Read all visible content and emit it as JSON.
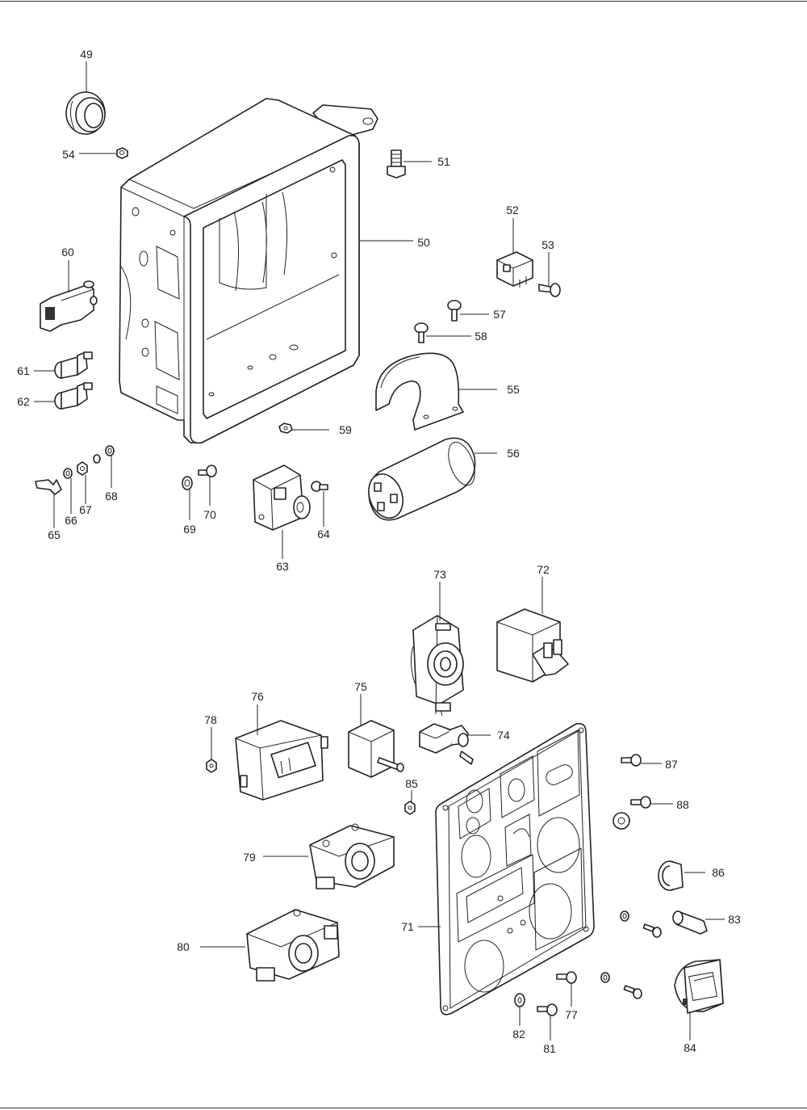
{
  "diagram": {
    "callouts": [
      {
        "id": "49",
        "label": "49"
      },
      {
        "id": "50",
        "label": "50"
      },
      {
        "id": "51",
        "label": "51"
      },
      {
        "id": "52",
        "label": "52"
      },
      {
        "id": "53",
        "label": "53"
      },
      {
        "id": "54",
        "label": "54"
      },
      {
        "id": "55",
        "label": "55"
      },
      {
        "id": "56",
        "label": "56"
      },
      {
        "id": "57",
        "label": "57"
      },
      {
        "id": "58",
        "label": "58"
      },
      {
        "id": "59",
        "label": "59"
      },
      {
        "id": "60",
        "label": "60"
      },
      {
        "id": "61",
        "label": "61"
      },
      {
        "id": "62",
        "label": "62"
      },
      {
        "id": "63",
        "label": "63"
      },
      {
        "id": "64",
        "label": "64"
      },
      {
        "id": "65",
        "label": "65"
      },
      {
        "id": "66",
        "label": "66"
      },
      {
        "id": "67",
        "label": "67"
      },
      {
        "id": "68",
        "label": "68"
      },
      {
        "id": "69",
        "label": "69"
      },
      {
        "id": "70",
        "label": "70"
      },
      {
        "id": "71",
        "label": "71"
      },
      {
        "id": "72",
        "label": "72"
      },
      {
        "id": "73",
        "label": "73"
      },
      {
        "id": "74",
        "label": "74"
      },
      {
        "id": "75",
        "label": "75"
      },
      {
        "id": "76",
        "label": "76"
      },
      {
        "id": "77",
        "label": "77"
      },
      {
        "id": "78",
        "label": "78"
      },
      {
        "id": "79",
        "label": "79"
      },
      {
        "id": "80",
        "label": "80"
      },
      {
        "id": "81",
        "label": "81"
      },
      {
        "id": "82",
        "label": "82"
      },
      {
        "id": "83",
        "label": "83"
      },
      {
        "id": "84",
        "label": "84"
      },
      {
        "id": "85",
        "label": "85"
      },
      {
        "id": "86",
        "label": "86"
      },
      {
        "id": "87",
        "label": "87"
      },
      {
        "id": "88",
        "label": "88"
      }
    ]
  }
}
